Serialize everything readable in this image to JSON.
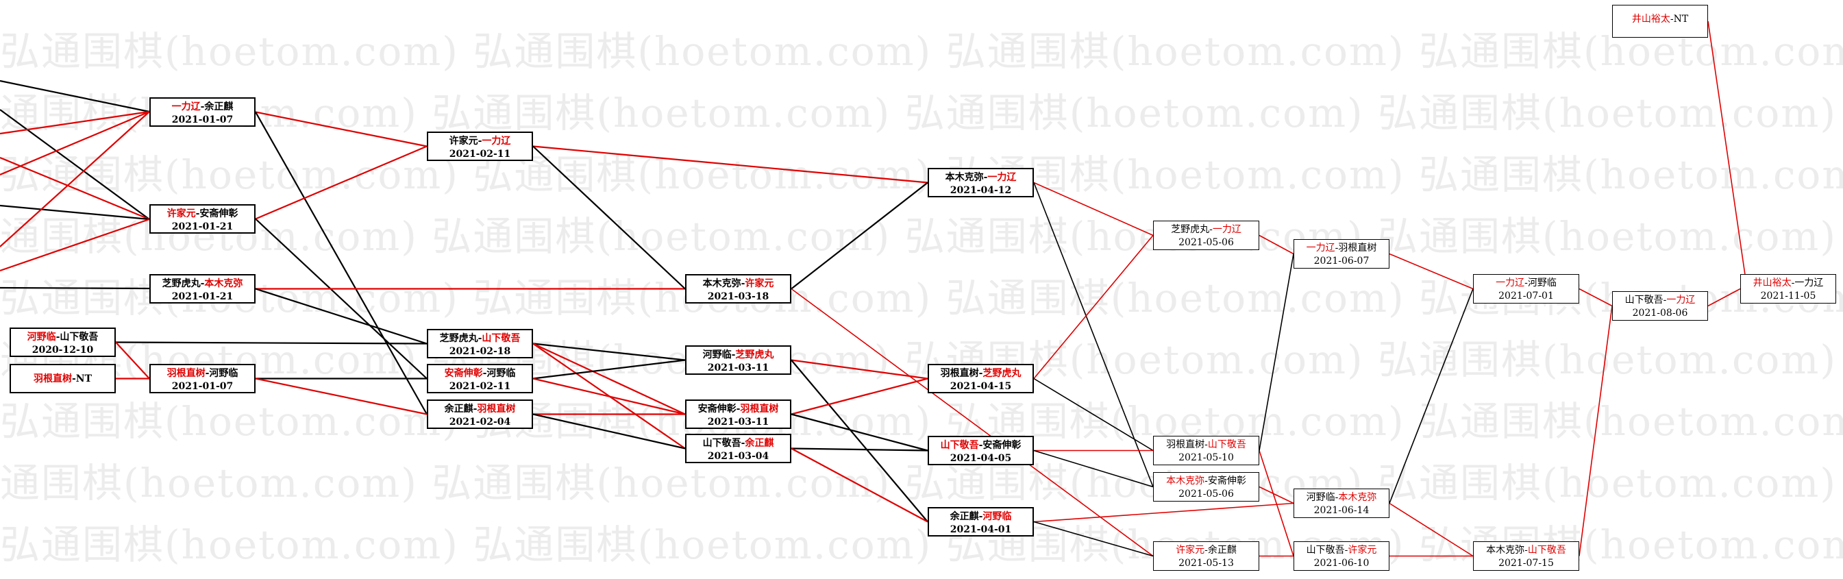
{
  "watermark_text": "弘通围棋(hoetom.com)",
  "colors": {
    "winner": "#e00000",
    "edge_red": "#e00000",
    "edge_black": "#000000"
  },
  "nodes": [
    {
      "id": "n1",
      "p1": "一力辽",
      "p2": "余正麒",
      "winner": 1,
      "date": "2021-01-07",
      "style": "bold"
    },
    {
      "id": "n2",
      "p1": "许家元",
      "p2": "安斋伸彰",
      "winner": 1,
      "date": "2021-01-21",
      "style": "bold"
    },
    {
      "id": "n3",
      "p1": "芝野虎丸",
      "p2": "本木克弥",
      "winner": 2,
      "date": "2021-01-21",
      "style": "bold"
    },
    {
      "id": "n4",
      "p1": "河野临",
      "p2": "山下敬吾",
      "winner": 1,
      "date": "2020-12-10",
      "style": "bold"
    },
    {
      "id": "n5",
      "p1": "羽根直树",
      "p2": "NT",
      "winner": 1,
      "date": "",
      "style": "bold"
    },
    {
      "id": "n6",
      "p1": "羽根直树",
      "p2": "河野临",
      "winner": 1,
      "date": "2021-01-07",
      "style": "bold"
    },
    {
      "id": "n7",
      "p1": "许家元",
      "p2": "一力辽",
      "winner": 2,
      "date": "2021-02-11",
      "style": "bold"
    },
    {
      "id": "n8",
      "p1": "芝野虎丸",
      "p2": "山下敬吾",
      "winner": 2,
      "date": "2021-02-18",
      "style": "bold"
    },
    {
      "id": "n9",
      "p1": "安斋伸彰",
      "p2": "河野临",
      "winner": 1,
      "date": "2021-02-11",
      "style": "bold"
    },
    {
      "id": "n10",
      "p1": "余正麒",
      "p2": "羽根直树",
      "winner": 2,
      "date": "2021-02-04",
      "style": "bold"
    },
    {
      "id": "n11",
      "p1": "本木克弥",
      "p2": "许家元",
      "winner": 2,
      "date": "2021-03-18",
      "style": "bold"
    },
    {
      "id": "n12",
      "p1": "河野临",
      "p2": "芝野虎丸",
      "winner": 2,
      "date": "2021-03-11",
      "style": "bold"
    },
    {
      "id": "n13",
      "p1": "安斋伸彰",
      "p2": "羽根直树",
      "winner": 2,
      "date": "2021-03-11",
      "style": "bold"
    },
    {
      "id": "n14",
      "p1": "山下敬吾",
      "p2": "余正麒",
      "winner": 2,
      "date": "2021-03-04",
      "style": "bold"
    },
    {
      "id": "n15",
      "p1": "本木克弥",
      "p2": "一力辽",
      "winner": 2,
      "date": "2021-04-12",
      "style": "bold"
    },
    {
      "id": "n16",
      "p1": "羽根直树",
      "p2": "芝野虎丸",
      "winner": 2,
      "date": "2021-04-15",
      "style": "bold"
    },
    {
      "id": "n17",
      "p1": "山下敬吾",
      "p2": "安斋伸彰",
      "winner": 1,
      "date": "2021-04-05",
      "style": "bold"
    },
    {
      "id": "n18",
      "p1": "余正麒",
      "p2": "河野临",
      "winner": 2,
      "date": "2021-04-01",
      "style": "bold"
    },
    {
      "id": "n19",
      "p1": "芝野虎丸",
      "p2": "一力辽",
      "winner": 2,
      "date": "2021-05-06",
      "style": "thin"
    },
    {
      "id": "n20",
      "p1": "羽根直树",
      "p2": "山下敬吾",
      "winner": 2,
      "date": "2021-05-10",
      "style": "thin"
    },
    {
      "id": "n21",
      "p1": "本木克弥",
      "p2": "安斋伸彰",
      "winner": 1,
      "date": "2021-05-06",
      "style": "thin"
    },
    {
      "id": "n22",
      "p1": "许家元",
      "p2": "余正麒",
      "winner": 1,
      "date": "2021-05-13",
      "style": "thin"
    },
    {
      "id": "n23",
      "p1": "一力辽",
      "p2": "羽根直树",
      "winner": 1,
      "date": "2021-06-07",
      "style": "thin"
    },
    {
      "id": "n24",
      "p1": "河野临",
      "p2": "本木克弥",
      "winner": 2,
      "date": "2021-06-14",
      "style": "thin"
    },
    {
      "id": "n25",
      "p1": "山下敬吾",
      "p2": "许家元",
      "winner": 2,
      "date": "2021-06-10",
      "style": "thin"
    },
    {
      "id": "n26",
      "p1": "一力辽",
      "p2": "河野临",
      "winner": 1,
      "date": "2021-07-01",
      "style": "thin"
    },
    {
      "id": "n27",
      "p1": "本木克弥",
      "p2": "山下敬吾",
      "winner": 2,
      "date": "2021-07-15",
      "style": "thin"
    },
    {
      "id": "n28",
      "p1": "山下敬吾",
      "p2": "一力辽",
      "winner": 2,
      "date": "2021-08-06",
      "style": "thin"
    },
    {
      "id": "n29",
      "p1": "井山裕太",
      "p2": "一力辽",
      "winner": 1,
      "date": "2021-11-05",
      "style": "thin"
    },
    {
      "id": "n30",
      "p1": "井山裕太",
      "p2": "NT",
      "winner": 1,
      "date": "",
      "style": "thin"
    }
  ],
  "edges": [
    {
      "from": "n1",
      "to": "n7",
      "color": "red"
    },
    {
      "from": "n1",
      "to": "n10",
      "color": "black"
    },
    {
      "from": "n2",
      "to": "n7",
      "color": "red"
    },
    {
      "from": "n2",
      "to": "n9",
      "color": "black"
    },
    {
      "from": "n3",
      "to": "n11",
      "color": "red"
    },
    {
      "from": "n3",
      "to": "n8",
      "color": "black"
    },
    {
      "from": "n4",
      "to": "n8",
      "color": "black"
    },
    {
      "from": "n4",
      "to": "n6",
      "color": "red"
    },
    {
      "from": "n5",
      "to": "n6",
      "color": "red"
    },
    {
      "from": "n6",
      "to": "n9",
      "color": "black"
    },
    {
      "from": "n6",
      "to": "n10",
      "color": "red"
    },
    {
      "from": "n7",
      "to": "n15",
      "color": "red"
    },
    {
      "from": "n7",
      "to": "n11",
      "color": "black"
    },
    {
      "from": "n8",
      "to": "n12",
      "color": "black"
    },
    {
      "from": "n8",
      "to": "n13",
      "color": "red"
    },
    {
      "from": "n8",
      "to": "n14",
      "color": "red"
    },
    {
      "from": "n9",
      "to": "n12",
      "color": "black"
    },
    {
      "from": "n9",
      "to": "n13",
      "color": "red"
    },
    {
      "from": "n10",
      "to": "n13",
      "color": "red"
    },
    {
      "from": "n10",
      "to": "n14",
      "color": "black"
    },
    {
      "from": "n11",
      "to": "n15",
      "color": "black"
    },
    {
      "from": "n11",
      "to": "n22",
      "color": "red"
    },
    {
      "from": "n12",
      "to": "n16",
      "color": "red"
    },
    {
      "from": "n12",
      "to": "n18",
      "color": "black"
    },
    {
      "from": "n13",
      "to": "n16",
      "color": "red"
    },
    {
      "from": "n13",
      "to": "n17",
      "color": "black"
    },
    {
      "from": "n14",
      "to": "n17",
      "color": "black"
    },
    {
      "from": "n14",
      "to": "n18",
      "color": "red"
    },
    {
      "from": "n15",
      "to": "n19",
      "color": "red"
    },
    {
      "from": "n15",
      "to": "n21",
      "color": "black"
    },
    {
      "from": "n16",
      "to": "n19",
      "color": "red"
    },
    {
      "from": "n16",
      "to": "n20",
      "color": "black"
    },
    {
      "from": "n17",
      "to": "n20",
      "color": "red"
    },
    {
      "from": "n17",
      "to": "n21",
      "color": "black"
    },
    {
      "from": "n18",
      "to": "n24",
      "color": "red"
    },
    {
      "from": "n18",
      "to": "n22",
      "color": "black"
    },
    {
      "from": "n19",
      "to": "n23",
      "color": "red"
    },
    {
      "from": "n20",
      "to": "n23",
      "color": "black"
    },
    {
      "from": "n20",
      "to": "n25",
      "color": "red"
    },
    {
      "from": "n21",
      "to": "n24",
      "color": "red"
    },
    {
      "from": "n22",
      "to": "n25",
      "color": "red"
    },
    {
      "from": "n23",
      "to": "n26",
      "color": "red"
    },
    {
      "from": "n24",
      "to": "n26",
      "color": "black"
    },
    {
      "from": "n24",
      "to": "n27",
      "color": "red"
    },
    {
      "from": "n25",
      "to": "n27",
      "color": "red"
    },
    {
      "from": "n26",
      "to": "n28",
      "color": "red"
    },
    {
      "from": "n27",
      "to": "n28",
      "color": "red"
    },
    {
      "from": "n28",
      "to": "n29",
      "color": "red"
    },
    {
      "from": "n30",
      "to": "n29",
      "color": "red"
    }
  ]
}
